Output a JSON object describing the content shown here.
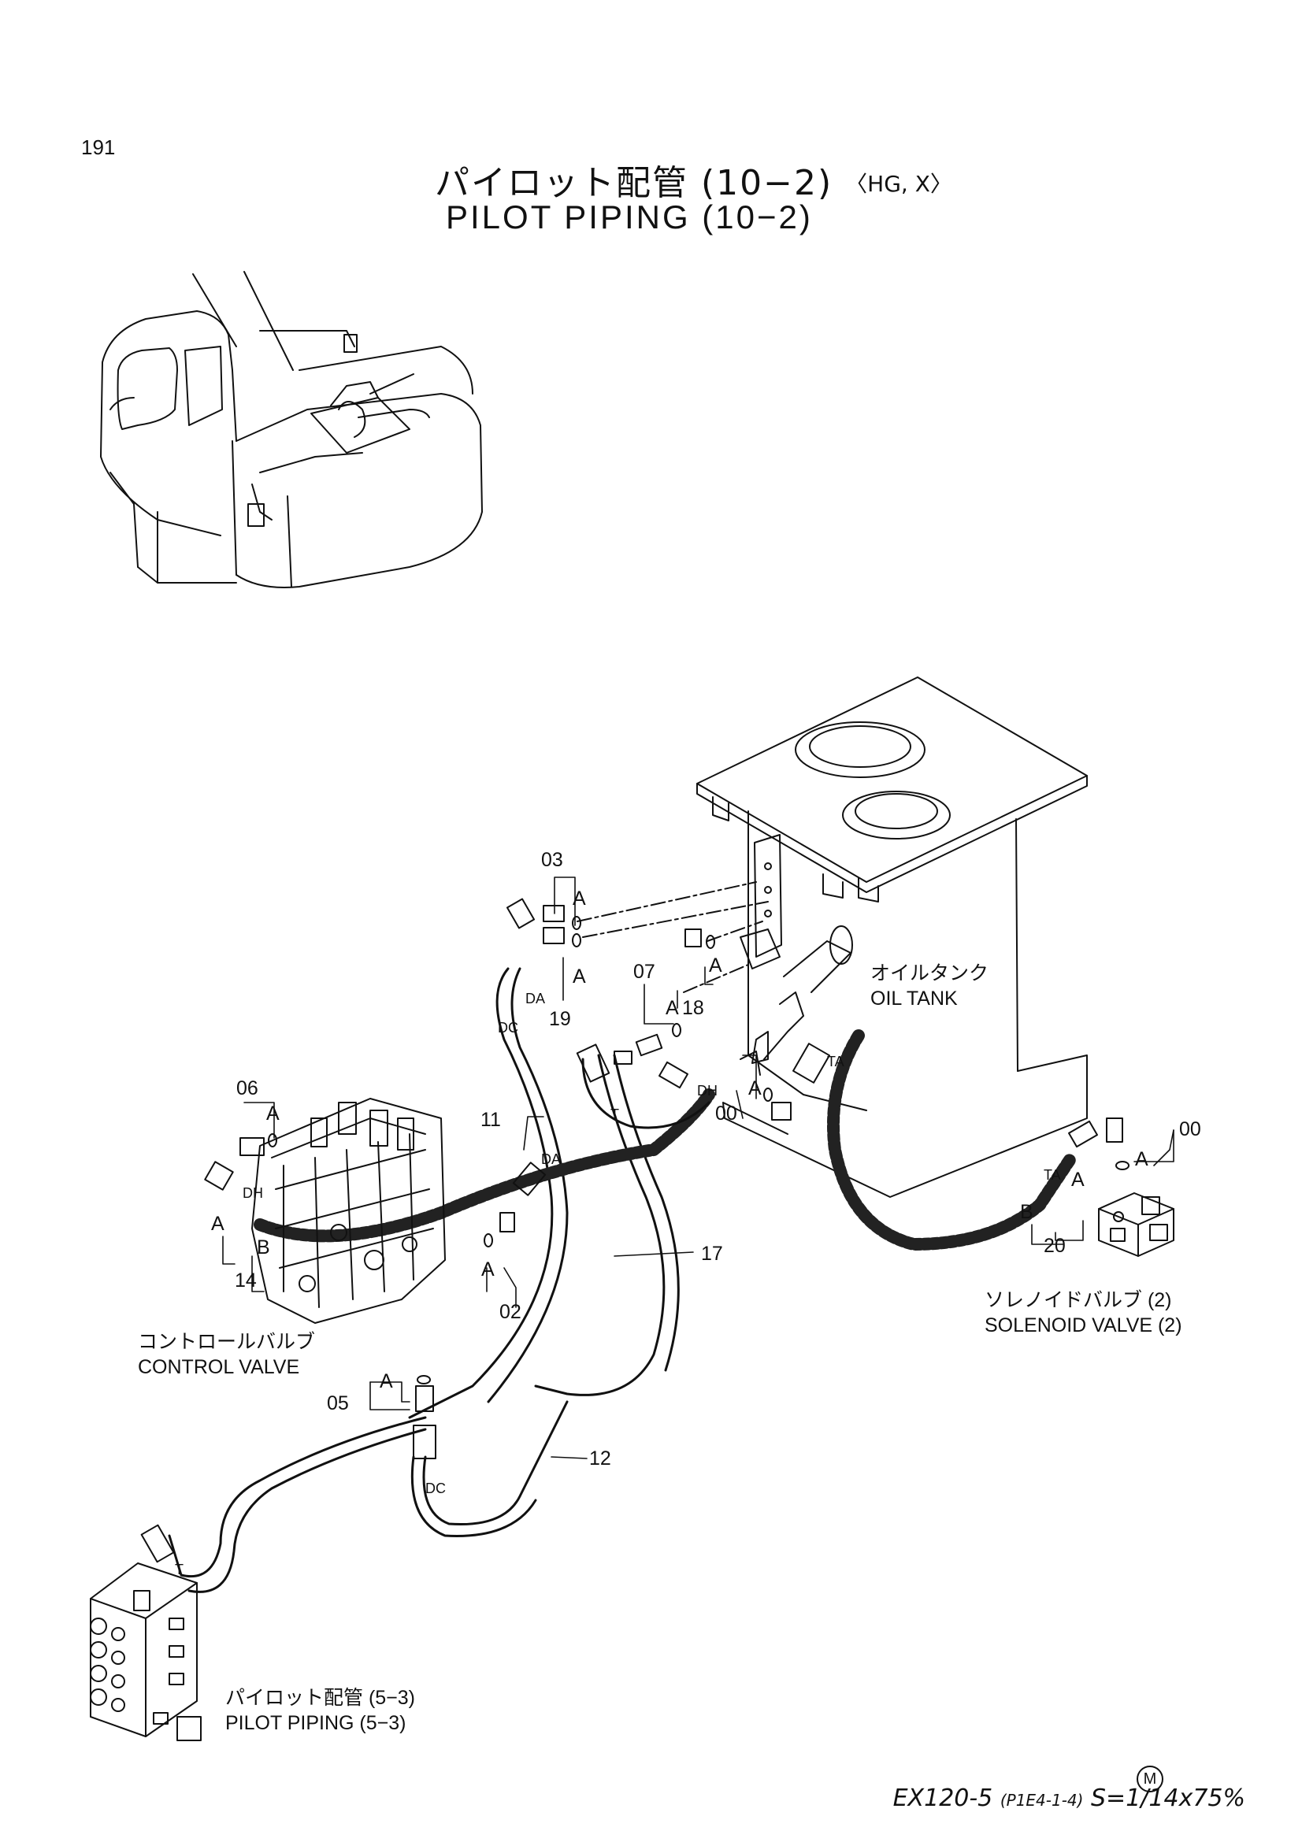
{
  "page_number": "191",
  "title_jp": "パイロット配管 (10−2)",
  "title_variant": "〈HG, X〉",
  "title_en": "PILOT PIPING (10−2)",
  "callouts": {
    "c03": "03",
    "c19": "19",
    "c07": "07",
    "c18": "18",
    "c00a": "00",
    "c00b": "00",
    "c06": "06",
    "c11": "11",
    "c14": "14",
    "c02": "02",
    "c17": "17",
    "c05": "05",
    "c12": "12",
    "c20": "20"
  },
  "letters": {
    "A": "A",
    "B": "B"
  },
  "port_labels": {
    "DA": "DA",
    "DC": "DC",
    "DH": "DH",
    "T": "T",
    "TA": "TA"
  },
  "captions": {
    "oil_tank_jp": "オイルタンク",
    "oil_tank_en": "OIL TANK",
    "solenoid_jp": "ソレノイドバルブ (2)",
    "solenoid_en": "SOLENOID VALVE (2)",
    "control_valve_jp": "コントロールバルブ",
    "control_valve_en": "CONTROL VALVE",
    "pilot_jp": "パイロット配管 (5−3)",
    "pilot_en": "PILOT PIPING (5−3)"
  },
  "footer": {
    "model": "EX120-5",
    "code": "(P1E4-1-4)",
    "scale": "S=1/14x75%",
    "mark": "M"
  }
}
